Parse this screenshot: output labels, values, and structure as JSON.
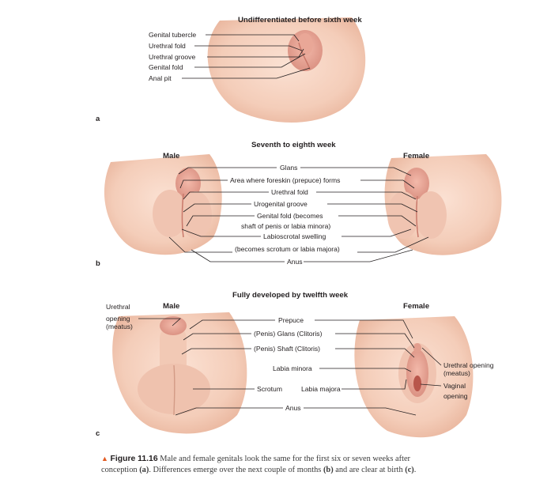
{
  "panel_a": {
    "title": "Undifferentiated before sixth week",
    "letter": "a",
    "labels": [
      "Genital tubercle",
      "Urethral fold",
      "Urethral groove",
      "Genital fold",
      "Anal pit"
    ]
  },
  "panel_b": {
    "title": "Seventh to eighth week",
    "letter": "b",
    "male": "Male",
    "female": "Female",
    "labels": {
      "glans": "Glans",
      "foreskin": "Area where foreskin (prepuce) forms",
      "urethral_fold": "Urethral fold",
      "urogenital_groove": "Urogenital groove",
      "genital_fold_1": "Genital fold (becomes",
      "genital_fold_2": "shaft of penis or labia minora)",
      "labioscrotal_1": "Labioscrotal swelling",
      "labioscrotal_2": "(becomes scrotum or labia majora)",
      "anus": "Anus"
    }
  },
  "panel_c": {
    "title": "Fully developed by twelfth week",
    "letter": "c",
    "male": "Male",
    "female": "Female",
    "urethral_opening_left": [
      "Urethral",
      "opening",
      "(meatus)"
    ],
    "labels": {
      "prepuce": "Prepuce",
      "glans": "(Penis) Glans (Clitoris)",
      "shaft": "(Penis) Shaft (Clitoris)",
      "labia_minora": "Labia minora",
      "scrotum": "Scrotum",
      "labia_majora": "Labia majora",
      "anus": "Anus"
    },
    "right_labels": {
      "urethral_opening": [
        "Urethral opening",
        "(meatus)"
      ],
      "vaginal_opening": [
        "Vaginal",
        "opening"
      ]
    }
  },
  "caption": {
    "figure_label": "Figure 11.16",
    "line1": "Male and female genitals look the same for the first six or seven weeks after",
    "line2_a": "conception ",
    "a": "(a)",
    "line2_b": ". Differences emerge over the next couple of months ",
    "b": "(b)",
    "line2_c": " and are clear at birth ",
    "c": "(c)",
    "line2_d": "."
  }
}
